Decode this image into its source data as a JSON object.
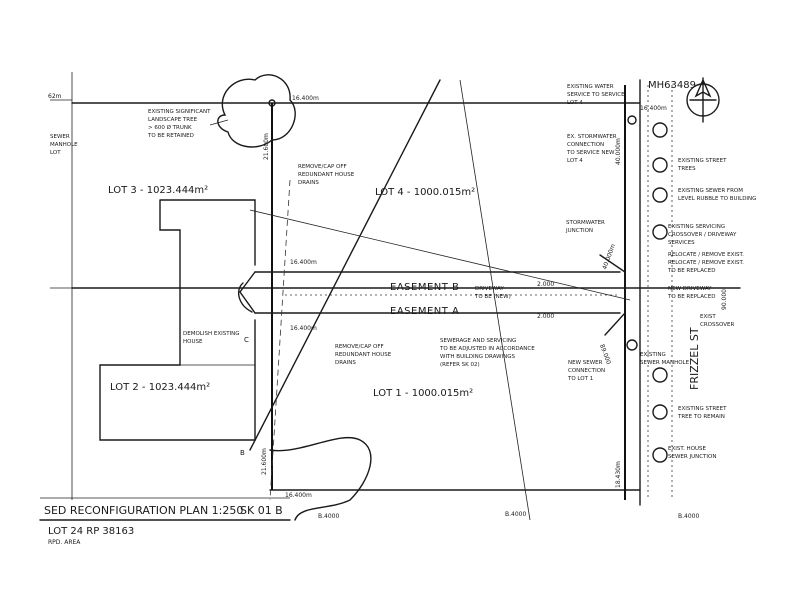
{
  "title_block": {
    "plan_title": "SED RECONFIGURATION PLAN  1:250",
    "sheet": "SK 01 B",
    "lot_ref": "LOT 24 RP 38163",
    "lot_sub": "RPD. AREA"
  },
  "lots": {
    "lot3": "LOT 3 - 1023.444m²",
    "lot4": "LOT 4 - 1000.015m²",
    "lot2": "LOT 2 - 1023.444m²",
    "lot1": "LOT 1 - 1000.015m²"
  },
  "easements": {
    "b": "EASEMENT B",
    "a": "EASEMENT A",
    "width_top": "2.000",
    "width_bottom": "2.000"
  },
  "street": {
    "name": "FRIZZEL ST",
    "mh_ref": "MH63489"
  },
  "dimensions": {
    "top": "16.400m",
    "top_right": "16.400m",
    "mid_top": "16.400m",
    "mid_bottom": "16.400m",
    "bottom": "16.400m",
    "left_vert": "21.600m",
    "bottom_vert": "21.600m",
    "right_vert1": "40.000m",
    "right_vert2": "40.000m",
    "right_bottom": "18.430m",
    "bearing_mid": "90.000",
    "bearing_right": "89.000",
    "left_edge": "62m"
  },
  "notes": {
    "tree": [
      "EXISTING SIGNIFICANT",
      "LANDSCAPE TREE",
      "> 600 Ø TRUNK",
      "TO BE RETAINED"
    ],
    "remove_top": [
      "REMOVE/CAP OFF",
      "REDUNDANT HOUSE",
      "DRAINS"
    ],
    "remove_bottom": [
      "REMOVE/CAP OFF",
      "REDUNDANT HOUSE",
      "DRAINS"
    ],
    "demolish": [
      "DEMOLISH EXISTING",
      "HOUSE"
    ],
    "water_meter": [
      "EXISTING WATER",
      "SERVICE TO SERVICE",
      "LOT 4"
    ],
    "stormwater": [
      "EX. STORMWATER",
      "CONNECTION",
      "TO SERVICE NEW",
      "LOT 4"
    ],
    "sewer_manhole": [
      "EXISTING",
      "SEWER MANHOLE"
    ],
    "street_tree1": [
      "EXISTING STREET",
      "TREES"
    ],
    "street_tree2": [
      "EXISTING STREET",
      "TREE TO REMAIN"
    ],
    "existing_sewer": [
      "EXISTING SEWER FROM",
      "LEVEL RUBBLE TO BUILDING"
    ],
    "existing_servicing": [
      "EXISTING SERVICING",
      "CROSSOVER / DRIVEWAY",
      "SERVICES"
    ],
    "relocate": [
      "RELOCATE / REMOVE EXIST.",
      "RELOCATE / REMOVE EXIST.",
      "TO BE REPLACED"
    ],
    "new_driveway": [
      "NEW DRIVEWAY",
      "TO BE REPLACED"
    ],
    "sewer_connection": [
      "NEW SEWER",
      "CONNECTION",
      "TO LOT 1"
    ],
    "sewer_sm02": [
      "SEWERAGE AND SERVICING",
      "TO BE ADJUSTED IN ACCORDANCE",
      "WITH BUILDING DRAWINGS",
      "(REFER SK 02)"
    ],
    "driveway_note": [
      "DRIVEWAY",
      "TO BE (NEW)"
    ],
    "crossover": [
      "EXIST",
      "CROSSOVER"
    ],
    "house_sewer": [
      "EXIST. HOUSE",
      "SEWER JUNCTION"
    ],
    "stormwater_junction": [
      "STORMWATER",
      "JUNCTION"
    ],
    "left_note": [
      "SEWER",
      "MANHOLE",
      "LOT"
    ],
    "c_label": "C",
    "b_label": "B",
    "stars": [
      "B.4000",
      "B.4000",
      "B.4000"
    ]
  }
}
